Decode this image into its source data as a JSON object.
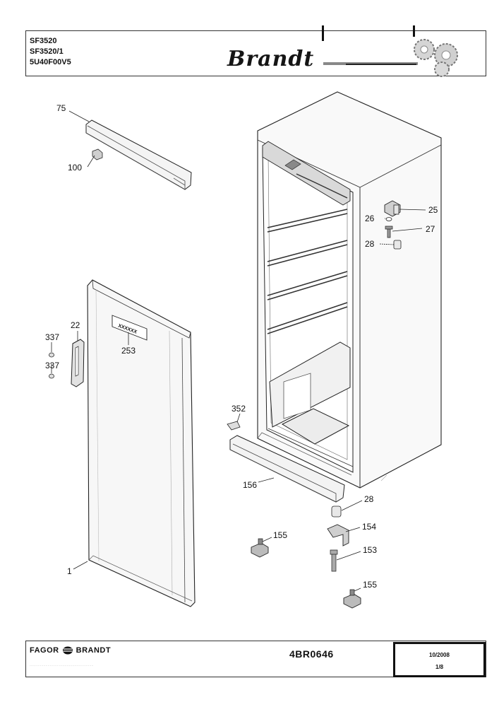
{
  "header": {
    "models": [
      "SF3520",
      "SF3520/1",
      "5U40F00V5"
    ],
    "brand": "Brandt"
  },
  "callouts": [
    {
      "id": "75",
      "label": "75"
    },
    {
      "id": "100",
      "label": "100"
    },
    {
      "id": "22",
      "label": "22"
    },
    {
      "id": "337a",
      "label": "337"
    },
    {
      "id": "337b",
      "label": "337"
    },
    {
      "id": "253",
      "label": "253"
    },
    {
      "id": "plate",
      "label": "XXXXXX"
    },
    {
      "id": "1",
      "label": "1"
    },
    {
      "id": "25",
      "label": "25"
    },
    {
      "id": "26",
      "label": "26"
    },
    {
      "id": "27",
      "label": "27"
    },
    {
      "id": "28a",
      "label": "28"
    },
    {
      "id": "352",
      "label": "352"
    },
    {
      "id": "156",
      "label": "156"
    },
    {
      "id": "28b",
      "label": "28"
    },
    {
      "id": "154",
      "label": "154"
    },
    {
      "id": "155a",
      "label": "155"
    },
    {
      "id": "153",
      "label": "153"
    },
    {
      "id": "155b",
      "label": "155"
    }
  ],
  "footer": {
    "company_left": "FAGOR",
    "company_right": "BRANDT",
    "small_print": "............................................................",
    "document_number": "4BR0646",
    "date": "10/2008",
    "page": "1/8"
  }
}
